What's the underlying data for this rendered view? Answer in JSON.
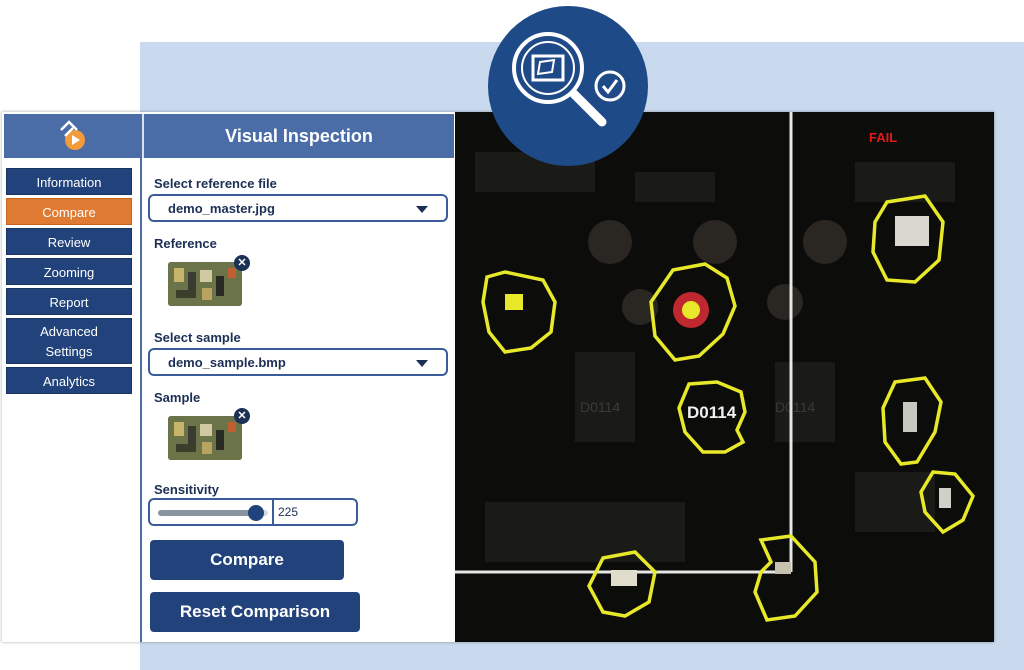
{
  "app": {
    "title": "Visual Inspection",
    "logo_icon": "camera-play-icon"
  },
  "sidebar": {
    "items": [
      {
        "label": "Information",
        "active": false
      },
      {
        "label": "Compare",
        "active": true
      },
      {
        "label": "Review",
        "active": false
      },
      {
        "label": "Zooming",
        "active": false
      },
      {
        "label": "Report",
        "active": false
      },
      {
        "label": "Advanced\nSettings",
        "active": false
      },
      {
        "label": "Analytics",
        "active": false
      }
    ]
  },
  "form": {
    "reference_file_label": "Select reference file",
    "reference_file_value": "demo_master.jpg",
    "reference_label": "Reference",
    "sample_select_label": "Select sample",
    "sample_value": "demo_sample.bmp",
    "sample_label": "Sample",
    "sensitivity_label": "Sensitivity",
    "sensitivity_value": "225",
    "sensitivity_fraction": 0.89,
    "compare_button": "Compare",
    "reset_button": "Reset Comparison",
    "remove_icon": "close-circle-icon"
  },
  "viewer": {
    "status": "FAIL",
    "status_color": "#e11a1a",
    "highlight_color": "#e8e82a",
    "pcb_labels": [
      "D0114",
      "D0114"
    ]
  },
  "badge": {
    "icon": "inspect-magnifier-check-icon",
    "color": "#1f4a88"
  },
  "colors": {
    "nav": "#21427a",
    "nav_active": "#e07b34",
    "header": "#4a6da7",
    "bg_panel": "#c9daef"
  }
}
